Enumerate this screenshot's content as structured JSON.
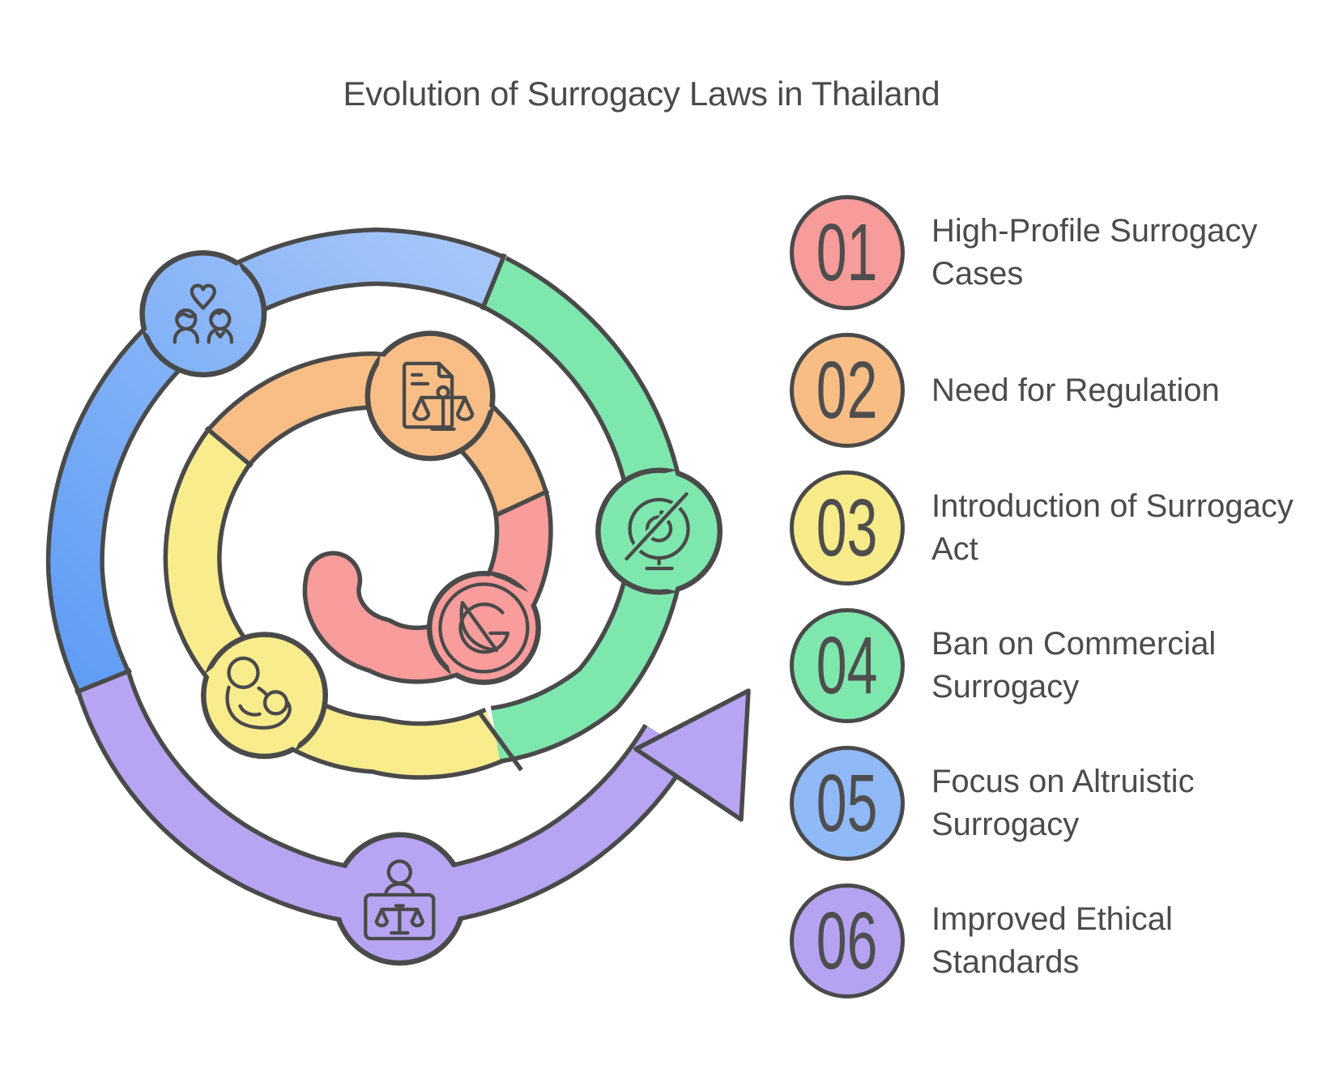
{
  "title": "Evolution of Surrogacy Laws in Thailand",
  "legend": {
    "items": [
      {
        "number": "01",
        "label": "High-Profile Surrogacy Cases",
        "color": "#F89B9B",
        "icon": "prohibition-g-icon"
      },
      {
        "number": "02",
        "label": "Need for Regulation",
        "color": "#F8BD85",
        "icon": "legal-document-scales-icon"
      },
      {
        "number": "03",
        "label": "Introduction of Surrogacy Act",
        "color": "#F8EB8A",
        "icon": "mother-and-baby-icon"
      },
      {
        "number": "04",
        "label": "Ban on Commercial Surrogacy",
        "color": "#7EE7AE",
        "icon": "webcam-banned-icon"
      },
      {
        "number": "05",
        "label": "Focus on Altruistic Surrogacy",
        "color": "#90B9F8",
        "icon": "couple-heart-icon"
      },
      {
        "number": "06",
        "label": "Improved Ethical Standards",
        "color": "#B5A3F2",
        "icon": "judge-scales-icon"
      }
    ]
  },
  "diagram": {
    "type": "spiral-timeline",
    "outline_color": "#4a4a4a",
    "background": "#ffffff",
    "blue_gradient": {
      "from": "#A6C6F9",
      "to": "#5F9DF5"
    },
    "segments": [
      {
        "step": "01",
        "color": "#F89C9C",
        "icon": "prohibition-g-icon"
      },
      {
        "step": "02",
        "color": "#F8BE86",
        "icon": "legal-document-scales-icon"
      },
      {
        "step": "03",
        "color": "#F8EC8C",
        "icon": "mother-and-baby-icon"
      },
      {
        "step": "04",
        "color": "#7EE7AE",
        "icon": "webcam-banned-icon"
      },
      {
        "step": "05",
        "color": "blue-gradient",
        "icon": "couple-heart-icon"
      },
      {
        "step": "06",
        "color": "#B7A4F2",
        "icon": "judge-scales-icon"
      }
    ]
  }
}
